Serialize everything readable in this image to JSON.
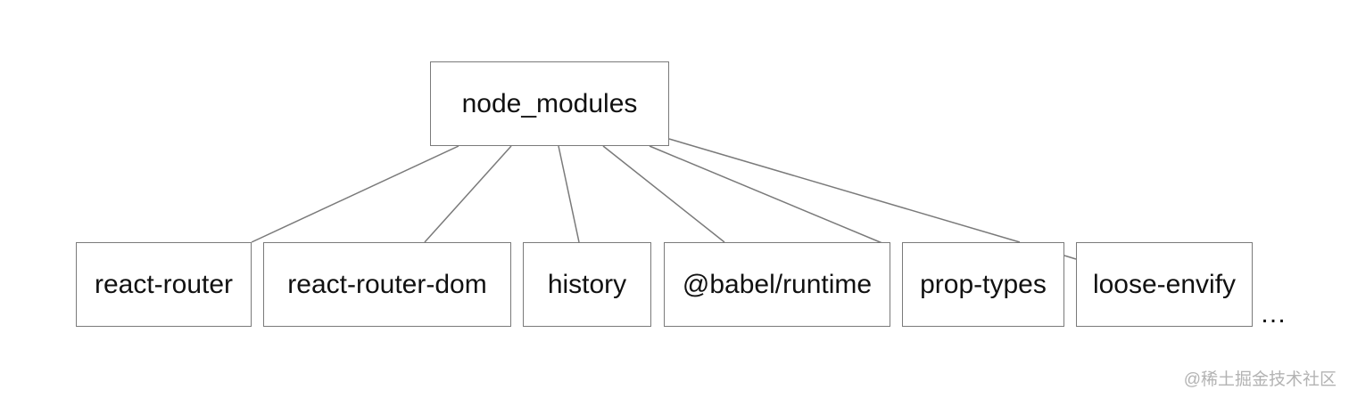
{
  "diagram": {
    "root": {
      "label": "node_modules"
    },
    "children": [
      {
        "label": "react-router"
      },
      {
        "label": "react-router-dom"
      },
      {
        "label": "history"
      },
      {
        "label": "@babel/runtime"
      },
      {
        "label": "prop-types"
      },
      {
        "label": "loose-envify"
      }
    ],
    "more_indicator": "…"
  },
  "watermark": "@稀土掘金技术社区",
  "colors": {
    "border": "#7a7a7a",
    "connector": "#7a7a7a",
    "text": "#111111",
    "watermark": "#b3b3b3"
  }
}
